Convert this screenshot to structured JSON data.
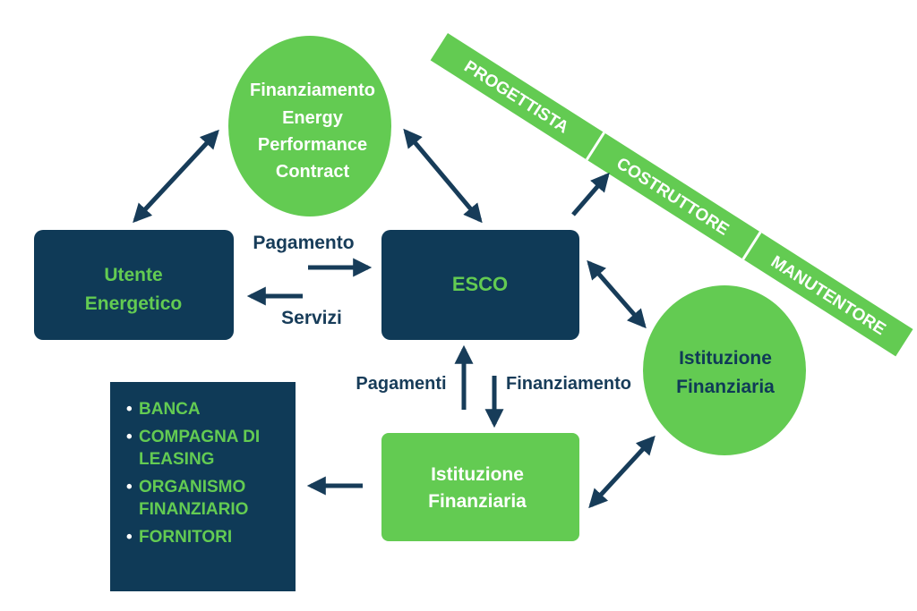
{
  "nodes": {
    "financing_circle": [
      "Finanziamento",
      "Energy",
      "Performance",
      "Contract"
    ],
    "utente": [
      "Utente",
      "Energetico"
    ],
    "esco": "ESCO",
    "istituzione_circle": [
      "Istituzione",
      "Finanziaria"
    ],
    "istituzione_box": [
      "Istituzione",
      "Finanziaria"
    ]
  },
  "flow_labels": {
    "pagamento": "Pagamento",
    "servizi": "Servizi",
    "pagamenti": "Pagamenti",
    "finanziamento": "Finanziamento"
  },
  "banner": {
    "segments": [
      "PROGETTISTA",
      "COSTRUTTORE",
      "MANUTENTORE"
    ]
  },
  "list": {
    "items": [
      "BANCA",
      "COMPAGNA DI LEASING",
      "ORGANISMO FINANZIARIO",
      "FORNITORI"
    ]
  },
  "colors": {
    "navy": "#0f3a57",
    "green": "#63cb52",
    "arrow": "#173c59",
    "text_light": "#ffffff"
  }
}
